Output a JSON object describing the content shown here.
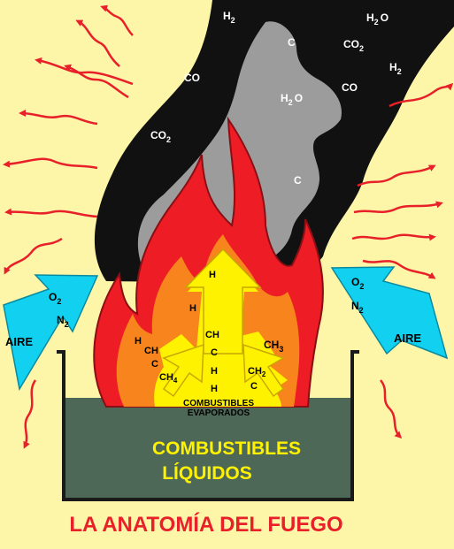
{
  "title": "LA ANATOMÍA DEL FUEGO",
  "fuel_label": [
    "COMBUSTIBLES",
    "LÍQUIDOS"
  ],
  "vapor_label": [
    "COMBUSTIBLES",
    "EVAPORADOS"
  ],
  "air_left": {
    "label": "AIRE",
    "o2": "O",
    "o2_sub": "2",
    "n2": "N",
    "n2_sub": "2"
  },
  "air_right": {
    "label": "AIRE",
    "o2": "O",
    "o2_sub": "2",
    "n2": "N",
    "n2_sub": "2"
  },
  "smoke_molecules": [
    {
      "t": "H",
      "s": "2"
    },
    {
      "t": "C",
      "s": ""
    },
    {
      "t": "CO",
      "s": "2"
    },
    {
      "t": "H",
      "s": "2",
      "post": "O"
    },
    {
      "t": "H",
      "s": "2"
    },
    {
      "t": "CO",
      "s": ""
    },
    {
      "t": "CO",
      "s": ""
    },
    {
      "t": "H",
      "s": "2",
      "post": "O"
    },
    {
      "t": "CO",
      "s": "2"
    },
    {
      "t": "C",
      "s": ""
    }
  ],
  "flame_molecules": {
    "center_top": "H",
    "center_mid": "H",
    "center_column": [
      "CH",
      "C",
      "H",
      "H"
    ],
    "left": [
      "H",
      "CH",
      "C",
      "CH"
    ],
    "left_sub": "4",
    "right_top": "CH",
    "right_top_sub": "3",
    "right_mid": "CH",
    "right_mid_sub": "2",
    "right_low": "C"
  },
  "colors": {
    "background": "#fdf6a8",
    "smoke_black": "#111111",
    "smoke_gray": "#9c9c9c",
    "flame_red": "#ee1c25",
    "flame_orange": "#f7841c",
    "flame_yellow": "#fff200",
    "fuel": "#4e6858",
    "air_arrow": "#12d1f0",
    "heat_line": "#e8202a",
    "title": "#e8202a"
  }
}
